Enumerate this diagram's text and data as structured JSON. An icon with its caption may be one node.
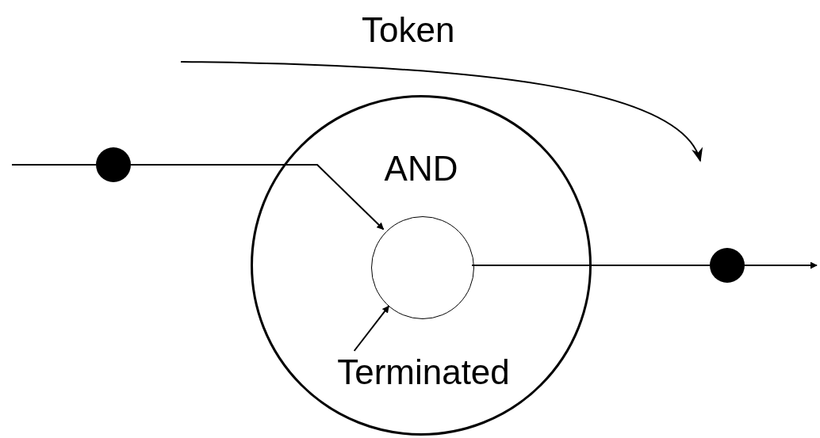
{
  "diagram": {
    "nodes": [
      {
        "text": [
          "AND"
        ]
      },
      {
        "text": [],
        "shape": "circle",
        "in": 0
      },
      {
        "text": [
          "Terminated"
        ],
        "in": 0
      },
      {
        "text": [],
        "shape": "circle"
      },
      {
        "text": [],
        "shape": "circle"
      }
    ],
    "edges": [
      {
        "from": null,
        "to": 3,
        "arrow": "none"
      },
      {
        "from": 3,
        "to": 1,
        "arrow": "to"
      },
      {
        "from": 2,
        "to": 1,
        "arrow": "to"
      },
      {
        "from": 1,
        "to": 4,
        "arrow": "none"
      },
      {
        "from": 4,
        "to": null,
        "arrow": "to"
      }
    ],
    "labels": [
      "Token"
    ]
  }
}
